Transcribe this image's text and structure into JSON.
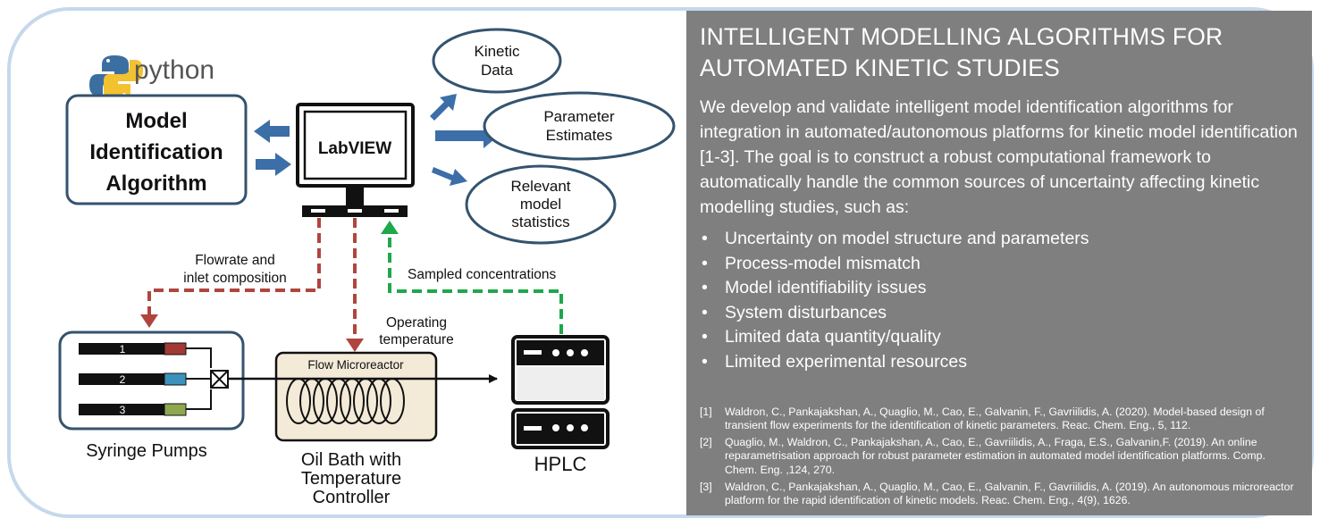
{
  "diagram": {
    "python_logo_text": "python",
    "model_box": [
      "Model",
      "Identification",
      "Algorithm"
    ],
    "monitor_label": "LabVIEW",
    "kinetic_data": [
      "Kinetic",
      "Data"
    ],
    "parameter_estimates": [
      "Parameter",
      "Estimates"
    ],
    "relevant_stats": [
      "Relevant",
      "model",
      "statistics"
    ],
    "flowrate_label": [
      "Flowrate and",
      "inlet composition"
    ],
    "sampled_label": "Sampled concentrations",
    "operating_label": [
      "Operating",
      "temperature"
    ],
    "syringe_numbers": [
      "1",
      "2",
      "3"
    ],
    "syringe_tip_colors": [
      "#a13a35",
      "#3d92bd",
      "#8fa84f"
    ],
    "syringe_caption": "Syringe Pumps",
    "microreactor_label": "Flow Microreactor",
    "oilbath_caption": [
      "Oil Bath with",
      "Temperature",
      "Controller"
    ],
    "hplc_caption": "HPLC",
    "colors": {
      "box_border": "#34536e",
      "arrow_blue": "#3c6ea7",
      "dashed_red": "#b0453e",
      "dashed_green": "#1ea84a",
      "oilbath_fill": "#f3ebd8"
    }
  },
  "panel": {
    "title": "INTELLIGENT MODELLING ALGORITHMS FOR AUTOMATED KINETIC STUDIES",
    "intro": "We develop and validate intelligent model identification algorithms for integration in automated/autonomous platforms for kinetic model identification [1-3]. The goal is to construct a robust computational framework to automatically handle the common sources of uncertainty affecting kinetic modelling studies, such as:",
    "bullet_char": "•",
    "bullets": [
      "Uncertainty on model structure and parameters",
      "Process-model mismatch",
      "Model identifiability issues",
      "System disturbances",
      "Limited data quantity/quality",
      "Limited experimental resources"
    ],
    "references": [
      {
        "num": "[1]",
        "text": "Waldron, C., Pankajakshan, A., Quaglio, M., Cao, E., Galvanin, F., Gavriilidis, A. (2020). Model-based design of transient flow experiments for the identification of kinetic parameters. Reac. Chem. Eng., 5, 112."
      },
      {
        "num": "[2]",
        "text": "Quaglio, M., Waldron, C., Pankajakshan, A., Cao, E., Gavriilidis, A., Fraga, E.S., Galvanin,F. (2019). An online reparametrisation approach for robust parameter estimation in automated model identification platforms. Comp. Chem. Eng. ,124, 270."
      },
      {
        "num": "[3]",
        "text": "Waldron, C., Pankajakshan, A., Quaglio, M., Cao, E., Galvanin, F., Gavriilidis, A. (2019). An autonomous microreactor platform for the rapid identification of kinetic models. Reac. Chem. Eng., 4(9), 1626."
      }
    ]
  }
}
